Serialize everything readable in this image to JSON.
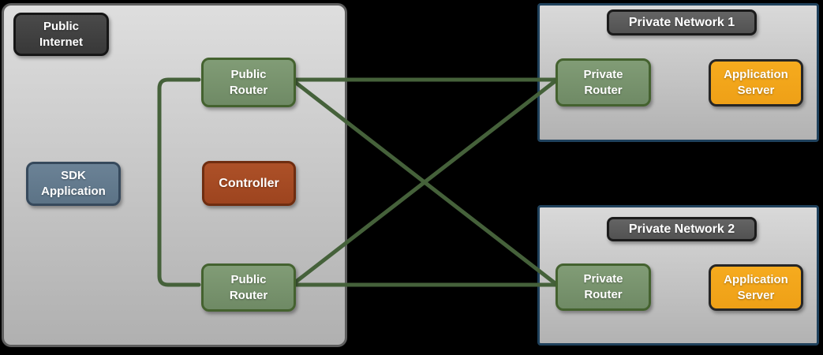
{
  "diagram": {
    "public_internet": {
      "label": "Public\nInternet",
      "sdk_application": "SDK\nApplication",
      "controller": "Controller",
      "public_router_top": "Public\nRouter",
      "public_router_bottom": "Public\nRouter"
    },
    "private_network_1": {
      "title": "Private Network 1",
      "private_router": "Private\nRouter",
      "application_server": "Application\nServer"
    },
    "private_network_2": {
      "title": "Private Network 2",
      "private_router": "Private\nRouter",
      "application_server": "Application\nServer"
    },
    "colors": {
      "background": "#000000",
      "link_line": "#45613a",
      "router_green_fill": "#76916b",
      "router_green_border": "#44622f",
      "controller_fill": "#a54a23",
      "controller_border": "#6f2d10",
      "sdk_fill": "#647b90",
      "sdk_border": "#36495c",
      "server_orange_fill": "#f2a51b",
      "server_orange_border": "#262626",
      "dark_label_fill": "#404040",
      "network_title_fill": "#5b5b5b",
      "public_internet_fill_top": "#dedede",
      "public_internet_fill_bottom": "#b0b0b0",
      "public_internet_border": "#5e5e5e",
      "private_network_border": "#1f415c"
    }
  }
}
